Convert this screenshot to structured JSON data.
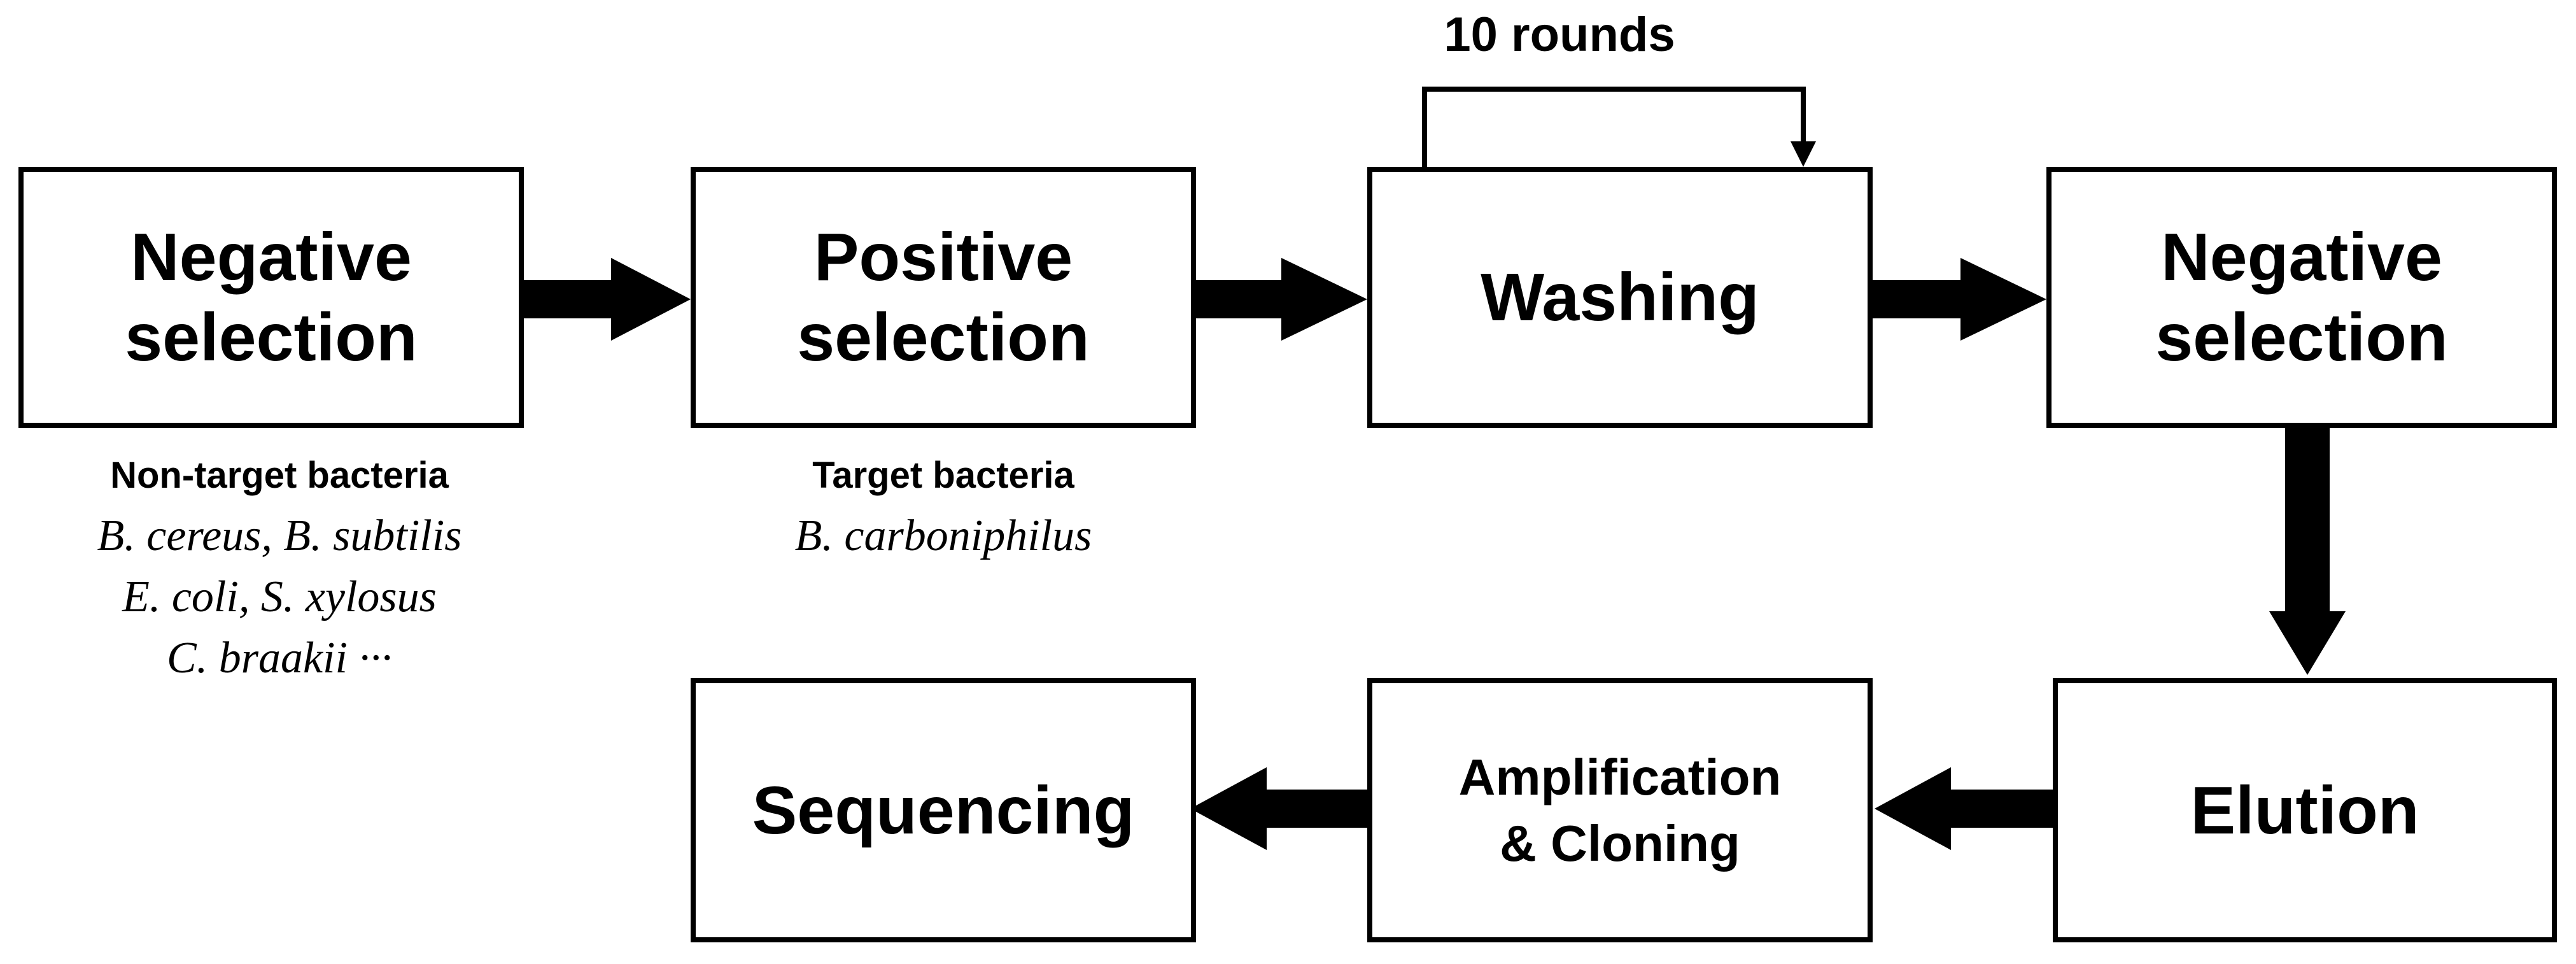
{
  "steps": {
    "negative_selection_1": [
      "Negative",
      "selection"
    ],
    "positive_selection": [
      "Positive",
      "selection"
    ],
    "washing": [
      "Washing"
    ],
    "negative_selection_2": [
      "Negative",
      "selection"
    ],
    "elution": [
      "Elution"
    ],
    "amplification_cloning": [
      "Amplification",
      "& Cloning"
    ],
    "sequencing": [
      "Sequencing"
    ]
  },
  "loop_label": "10 rounds",
  "captions": {
    "non_target": {
      "heading": "Non-target bacteria",
      "species": [
        "B. cereus, B. subtilis",
        "E. coli, S. xylosus",
        "C. braakii ···"
      ]
    },
    "target": {
      "heading": "Target bacteria",
      "species": [
        "B. carboniphilus"
      ]
    }
  }
}
